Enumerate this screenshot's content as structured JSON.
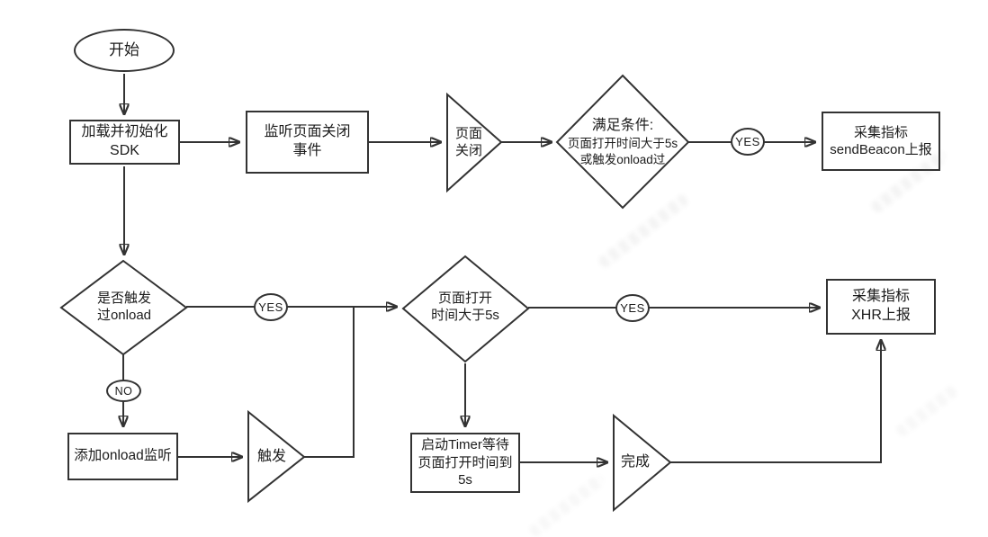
{
  "colors": {
    "stroke": "#333333",
    "text": "#1c1c1c",
    "background": "#ffffff"
  },
  "nodes": {
    "start": "开始",
    "init_sdk": "加载并初始化\nSDK",
    "listen_close": "监听页面关闭\n事件",
    "page_close": "页面\n关闭",
    "condition_title": "满足条件:",
    "condition_line2": "页面打开时间大于5s",
    "condition_line3": "或触发onload过",
    "send_beacon": "采集指标\nsendBeacon上报",
    "onload_check": "是否触发\n过onload",
    "open_time_check": "页面打开\n时间大于5s",
    "xhr_report": "采集指标\nXHR上报",
    "add_onload": "添加onload监听",
    "trigger": "触发",
    "start_timer": "启动Timer等待\n页面打开时间到\n5s",
    "done": "完成"
  },
  "edge_labels": {
    "yes_condition": "YES",
    "yes_onload": "YES",
    "yes_open_time": "YES",
    "no_onload": "NO"
  }
}
